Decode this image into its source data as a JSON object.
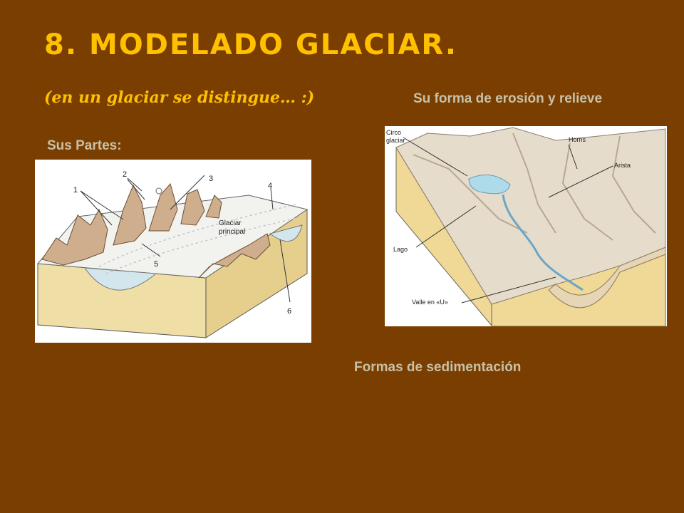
{
  "title": "8. MODELADO GLACIAR.",
  "subtitle": "(en un glaciar se distingue… :)",
  "headings": {
    "erosion": "Su forma de erosión y relieve",
    "parts": "Sus Partes:",
    "sedimentation": "Formas de sedimentación"
  },
  "figure_parts": {
    "labels": [
      "1",
      "2",
      "3",
      "4",
      "5",
      "6"
    ],
    "glacier_label_line1": "Glaciar",
    "glacier_label_line2": "principal"
  },
  "figure_erosion": {
    "circo_line1": "Circo",
    "circo_line2": "glaciar",
    "horns": "Horns",
    "arista": "Arista",
    "lago": "Lago",
    "valle": "Valle en «U»"
  },
  "colors": {
    "background": "#7a3f00",
    "title": "#ffc000",
    "heading": "#c8c0a8"
  }
}
